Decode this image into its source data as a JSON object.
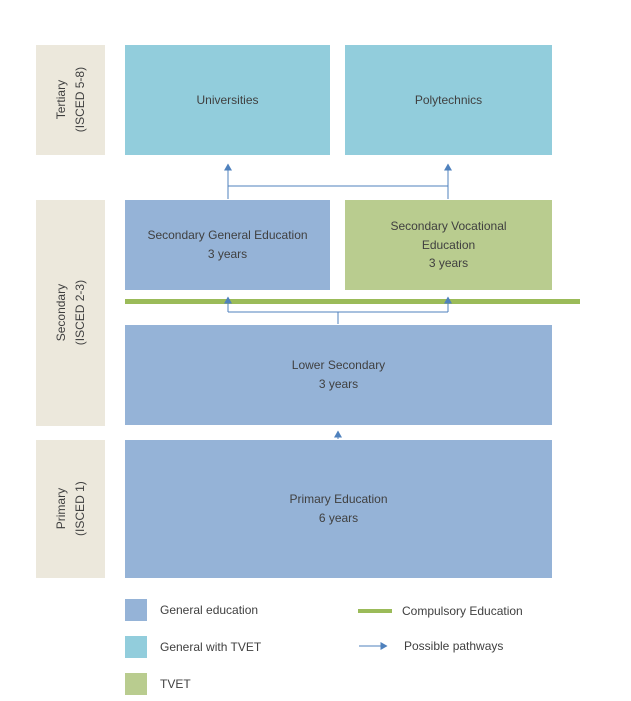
{
  "colors": {
    "general_education": "#95b3d7",
    "general_with_tvet": "#92cddc",
    "tvet": "#b9cc8f",
    "compulsory_line": "#9bbb59",
    "stage_label_bg": "#ece8dc",
    "pathway_arrow": "#4f81bd",
    "text": "#404040"
  },
  "stages": {
    "tertiary": {
      "name": "Tertiary",
      "isced": "(ISCED 5-8)"
    },
    "secondary": {
      "name": "Secondary",
      "isced": "(ISCED 2-3)"
    },
    "primary": {
      "name": "Primary",
      "isced": "(ISCED 1)"
    }
  },
  "boxes": {
    "universities": {
      "title": "Universities"
    },
    "polytechnics": {
      "title": "Polytechnics"
    },
    "secondary_general": {
      "title": "Secondary General Education",
      "duration": "3 years"
    },
    "secondary_vocational": {
      "title": "Secondary Vocational Education",
      "duration": "3 years"
    },
    "lower_secondary": {
      "title": "Lower Secondary",
      "duration": "3 years"
    },
    "primary_education": {
      "title": "Primary Education",
      "duration": "6 years"
    }
  },
  "legend": {
    "general": "General education",
    "general_tvet": "General with TVET",
    "tvet": "TVET",
    "compulsory": "Compulsory Education",
    "pathways": "Possible pathways"
  }
}
